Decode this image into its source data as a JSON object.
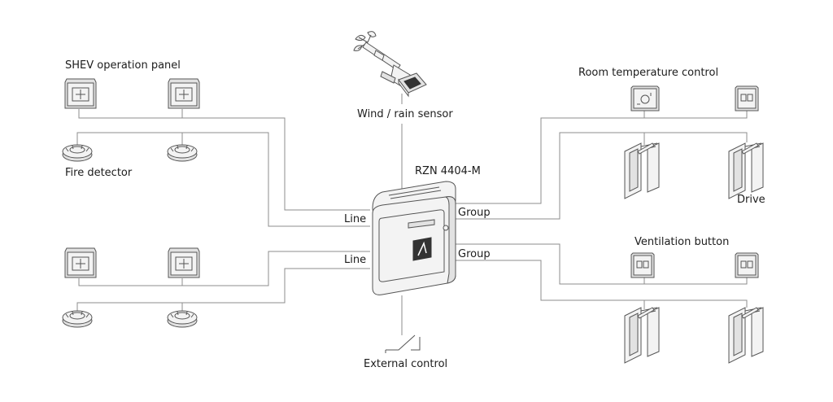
{
  "labels": {
    "shev_panel": "SHEV operation panel",
    "fire_detector": "Fire detector",
    "wind_rain_sensor": "Wind / rain sensor",
    "controller": "RZN 4404-M",
    "line_top": "Line",
    "line_bottom": "Line",
    "group_top": "Group",
    "group_bottom": "Group",
    "room_temp_control": "Room temperature control",
    "drive": "Drive",
    "ventilation_button": "Ventilation button",
    "external_control": "External control"
  }
}
